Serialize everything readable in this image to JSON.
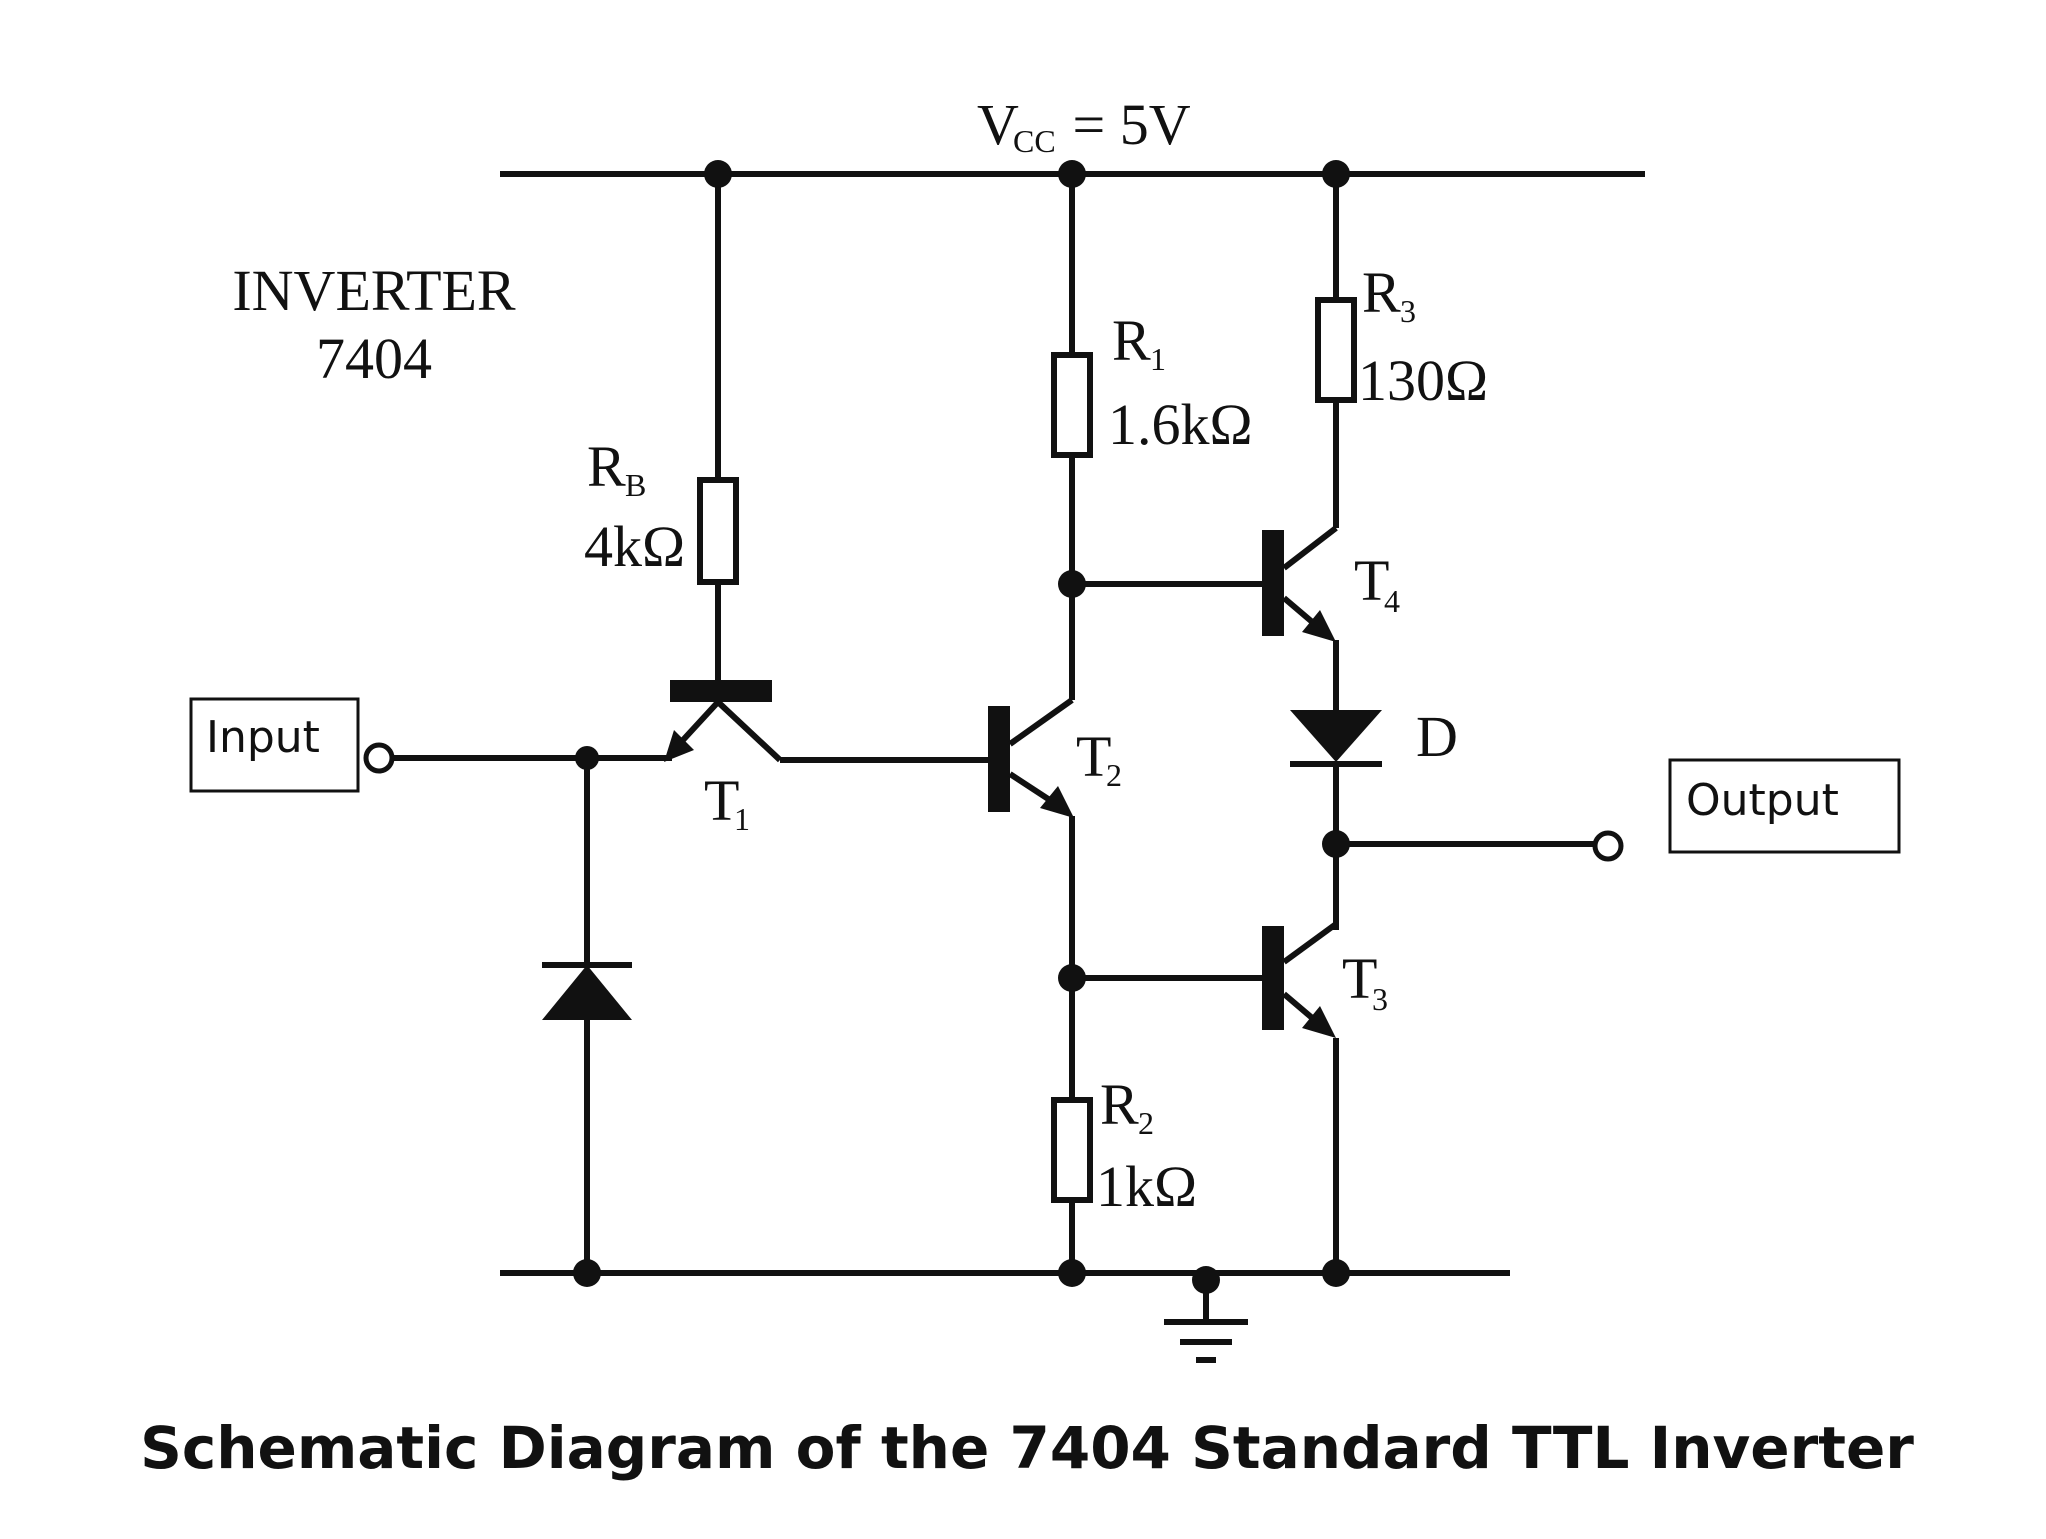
{
  "title": {
    "line1": "INVERTER",
    "line2": "7404"
  },
  "supply": {
    "v_letter": "V",
    "v_sub": "CC",
    "value": " = 5V"
  },
  "components": {
    "rb": {
      "letter": "R",
      "sub": "B",
      "value": "4kΩ"
    },
    "r1": {
      "letter": "R",
      "sub": "1",
      "value": "1.6kΩ"
    },
    "r2": {
      "letter": "R",
      "sub": "2",
      "value": "1kΩ"
    },
    "r3": {
      "letter": "R",
      "sub": "3",
      "value": "130Ω"
    },
    "t1": {
      "letter": "T",
      "sub": "1"
    },
    "t2": {
      "letter": "T",
      "sub": "2"
    },
    "t3": {
      "letter": "T",
      "sub": "3"
    },
    "t4": {
      "letter": "T",
      "sub": "4"
    },
    "d": {
      "label": "D"
    }
  },
  "io": {
    "input": "Input",
    "output": "Output"
  },
  "caption": "Schematic Diagram of the 7404 Standard TTL Inverter"
}
